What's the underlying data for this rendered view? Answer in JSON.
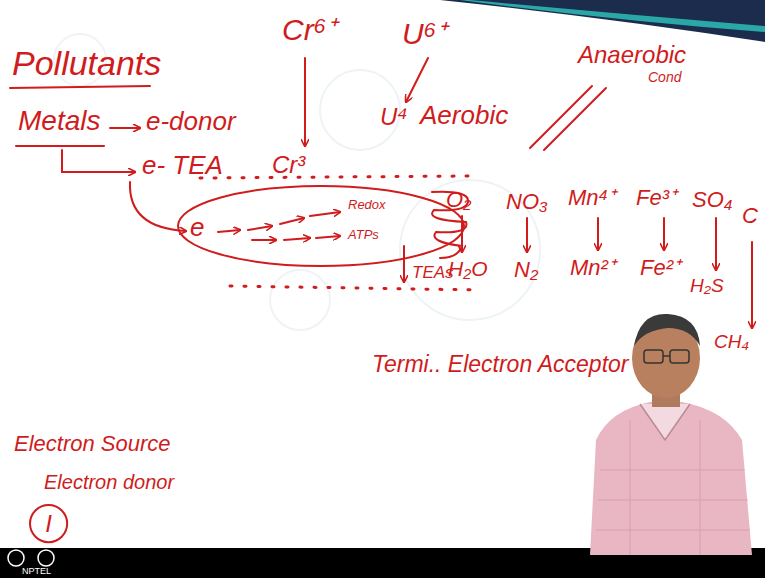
{
  "diagram": {
    "title": "Pollutants",
    "nodes": [
      {
        "text": [
          "I"
        ]
      },
      {
        "text": [
          "e",
          "Redox",
          "ATPs"
        ]
      }
    ],
    "labels": [
      "Cr⁶⁺",
      "U⁶⁺",
      "Metals",
      "e-donor",
      "Anaerobic",
      "Cond",
      "e- TEA",
      "Cr³",
      "U⁴",
      "Aerobic",
      "O₂",
      "NO₃",
      "Mn⁴⁺",
      "Fe³⁺",
      "SO₄",
      "C",
      "TEAs",
      "H₂O",
      "N₂",
      "Mn²⁺",
      "Fe²⁺",
      "H₂S",
      "CH₄",
      "Termi.. Electron Acceptor",
      "Electron Source",
      "Electron donor",
      "NPTEL"
    ]
  }
}
